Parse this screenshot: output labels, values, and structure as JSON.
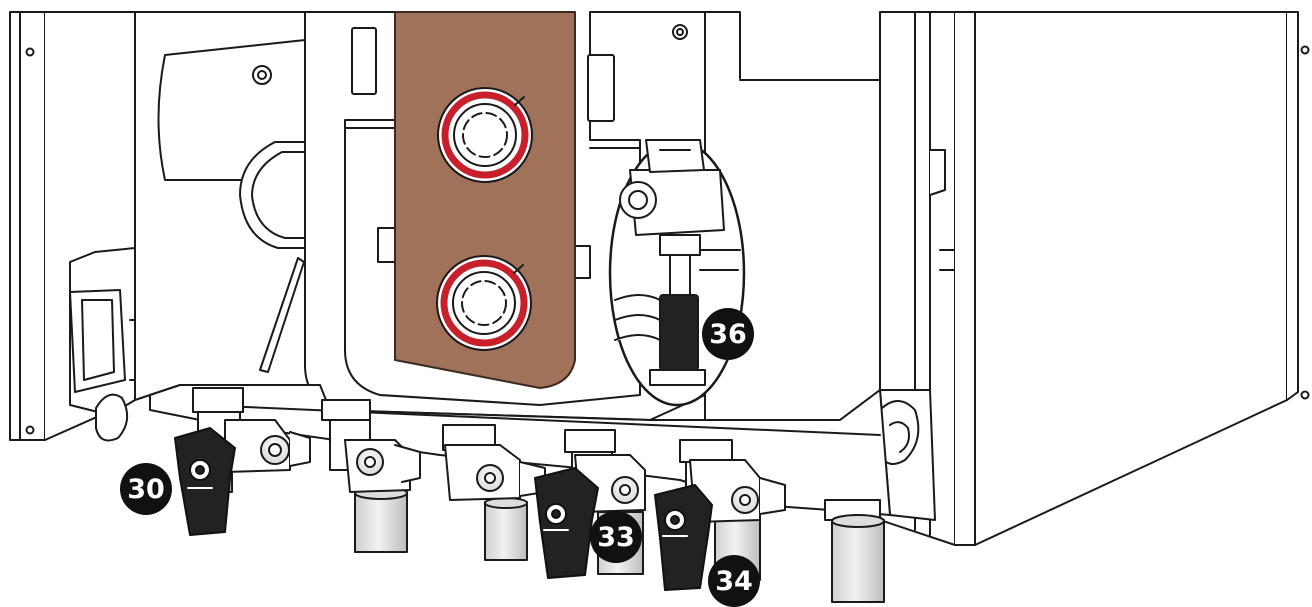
{
  "diagram": {
    "callouts": [
      {
        "id": "30",
        "label": "30"
      },
      {
        "id": "33",
        "label": "33"
      },
      {
        "id": "34",
        "label": "34"
      },
      {
        "id": "36",
        "label": "36"
      }
    ]
  },
  "colors": {
    "line": "#1a1a1a",
    "panel_fill": "#ffffff",
    "front_cover": "#a07259",
    "ring_red": "#c8202a",
    "valve_handle": "#222222",
    "callout_fill": "#111111",
    "callout_text": "#ffffff",
    "pipe_grey": "#e6e6e6"
  }
}
